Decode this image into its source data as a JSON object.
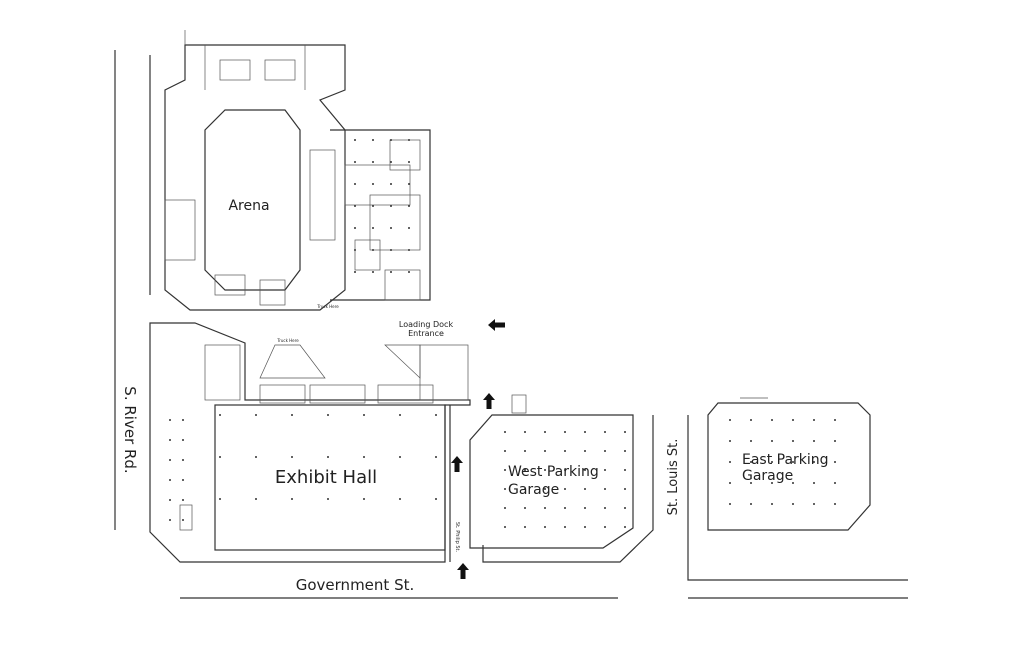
{
  "buildings": {
    "arena": "Arena",
    "exhibit_hall": "Exhibit Hall",
    "west_garage": [
      "West Parking",
      "Garage"
    ],
    "east_garage": [
      "East Parking",
      "Garage"
    ]
  },
  "streets": {
    "river": "S. River Rd.",
    "government": "Government St.",
    "st_louis": "St. Louis St.",
    "st_philip": "St. Philip St."
  },
  "annotations": {
    "loading_dock": [
      "Loading Dock",
      "Entrance"
    ],
    "truck_here": "Truck Here"
  },
  "icons": {
    "entrance_arrow": "arrow-icon"
  },
  "colors": {
    "line": "#333333",
    "background": "#ffffff"
  }
}
